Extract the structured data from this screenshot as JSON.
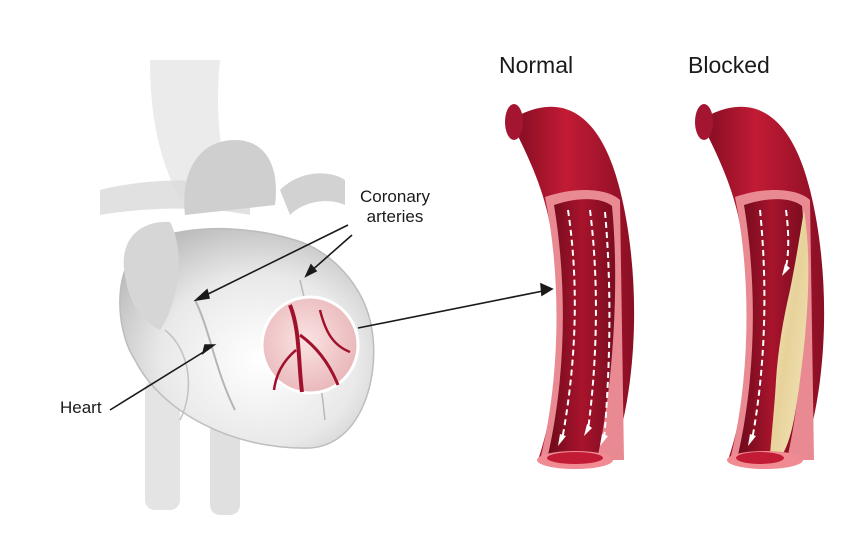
{
  "labels": {
    "normal": "Normal",
    "blocked": "Blocked",
    "coronary_line1": "Coronary",
    "coronary_line2": "arteries",
    "heart": "Heart"
  },
  "colors": {
    "artery_dark": "#8a0f24",
    "artery_mid": "#b3172f",
    "artery_light": "#d23a4f",
    "artery_rim": "#f08a93",
    "plaque": "#eedfb0",
    "heart_gray": "#d9d9d9",
    "background": "#ffffff"
  },
  "icons": [
    "flow-arrow-icon",
    "pointer-arrow-icon"
  ]
}
